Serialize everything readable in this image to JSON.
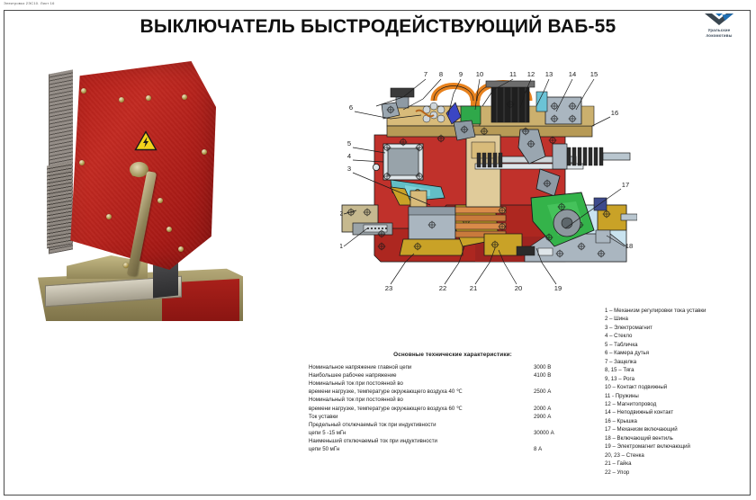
{
  "header_note": "Электровоз 2ЭС10. Лист 16",
  "title": "ВЫКЛЮЧАТЕЛЬ БЫСТРОДЕЙСТВУЮЩИЙ ВАБ-55",
  "logo": {
    "line1": "Уральские",
    "line2": "локомотивы",
    "mark_color": "#1f6fb4",
    "mark_dark": "#3a4650",
    "text_color": "#3b4a5a"
  },
  "photo": {
    "alt": "Фотография выключателя ВАБ-55",
    "panel_color": "#b01d18",
    "base_color": "#9d9162",
    "hazard_label": "high-voltage-warning"
  },
  "drawing": {
    "alt": "Разрез выключателя ВАБ-55",
    "callouts_top": [
      "7",
      "8",
      "9",
      "10",
      "11",
      "12",
      "13",
      "14",
      "15"
    ],
    "callouts_left": [
      "6",
      "5",
      "4",
      "3",
      "2",
      "1"
    ],
    "callouts_right": [
      "16",
      "17",
      "18"
    ],
    "callouts_bottom": [
      "23",
      "22",
      "21",
      "20",
      "19"
    ],
    "colors": {
      "body_red": "#c0312b",
      "body_red_dark": "#9e2420",
      "lever_green": "#34b34a",
      "brass": "#c9a227",
      "tan": "#d8bb7a",
      "teal": "#62bec6",
      "steel": "#aab6c0",
      "light_blue": "#c9e3ef",
      "orange": "#e8821e",
      "black": "#1a1a1a",
      "blue": "#3b46c4"
    }
  },
  "specs": {
    "title": "Основные технические характеристики:",
    "rows": [
      {
        "label": "Номинальное напряжение главной цепи",
        "value": "3000 В"
      },
      {
        "label": "Наибольшее рабочее напряжение",
        "value": "4100 В"
      },
      {
        "label": "Номинальный ток при постоянной во",
        "value": ""
      },
      {
        "label": "времени нагрузке, температуре окружающего воздуха 40 ℃",
        "value": "2500 А"
      },
      {
        "label": "Номинальный ток при постоянной во",
        "value": ""
      },
      {
        "label": "времени нагрузке, температуре окружающего воздуха 60 ℃",
        "value": "2000 А"
      },
      {
        "label": "Ток уставки",
        "value": "2900 А"
      },
      {
        "label": "Предельный отключаемый ток при индуктивности",
        "value": ""
      },
      {
        "label": "цепи  5 -15 мГн",
        "value": "30000 А"
      },
      {
        "label": "Наименьший отключаемый ток при индуктивности",
        "value": ""
      },
      {
        "label": "цепи 50 мГн",
        "value": "8 А"
      }
    ]
  },
  "legend": {
    "items": [
      "1 – Механизм регулировки тока уставки",
      "2 – Шина",
      "3 – Электромагнит",
      "4 – Стекло",
      "5 – Табличка",
      "6 – Камера дутья",
      "7 – Защелка",
      "8, 15 – Тяга",
      "9, 13 – Рога",
      "10 – Контакт подвижный",
      "11 - Пружины",
      "12 – Магнитопровод",
      "14 – Неподвижный контакт",
      "16 – Крышка",
      "17 – Механизм включающий",
      "18 – Включающий вентиль",
      "19 – Электромагнит  включающий",
      "20, 23 – Стенка",
      "21 – Гайка",
      "22 – Упор"
    ]
  }
}
